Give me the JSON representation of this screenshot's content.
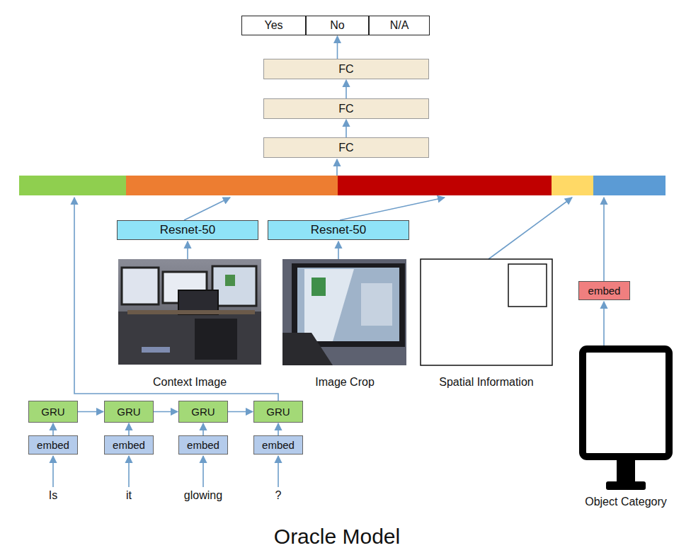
{
  "diagram": {
    "caption": "Oracle Model",
    "nodes": [
      {
        "text": [
          "Yes"
        ]
      },
      {
        "text": [
          "No"
        ]
      },
      {
        "text": [
          "N/A"
        ]
      },
      {
        "text": [
          "FC"
        ]
      },
      {
        "text": [
          "FC"
        ]
      },
      {
        "text": [
          "FC"
        ]
      },
      {
        "text": [
          "Resnet-50"
        ]
      },
      {
        "text": [
          "Resnet-50"
        ]
      },
      {
        "text": [
          "embed"
        ]
      },
      {
        "text": [
          "GRU"
        ]
      },
      {
        "text": [
          "GRU"
        ]
      },
      {
        "text": [
          "GRU"
        ]
      },
      {
        "text": [
          "GRU"
        ]
      },
      {
        "text": [
          "embed"
        ]
      },
      {
        "text": [
          "embed"
        ]
      },
      {
        "text": [
          "embed"
        ]
      },
      {
        "text": [
          "embed"
        ]
      }
    ],
    "edges": [
      {
        "from": 3,
        "to": 1,
        "arrow": "to"
      },
      {
        "from": 4,
        "to": 3,
        "arrow": "to"
      },
      {
        "from": 5,
        "to": 4,
        "arrow": "to"
      },
      {
        "from": 13,
        "to": 9,
        "arrow": "to"
      },
      {
        "from": 14,
        "to": 10,
        "arrow": "to"
      },
      {
        "from": 15,
        "to": 11,
        "arrow": "to"
      },
      {
        "from": 16,
        "to": 12,
        "arrow": "to"
      },
      {
        "from": 9,
        "to": 10,
        "arrow": "to"
      },
      {
        "from": 10,
        "to": 11,
        "arrow": "to"
      },
      {
        "from": 11,
        "to": 12,
        "arrow": "to"
      }
    ],
    "labels": [
      "Context Image",
      "Image Crop",
      "Spatial Information",
      "Is",
      "it",
      "glowing",
      "?",
      "Object Category"
    ]
  }
}
